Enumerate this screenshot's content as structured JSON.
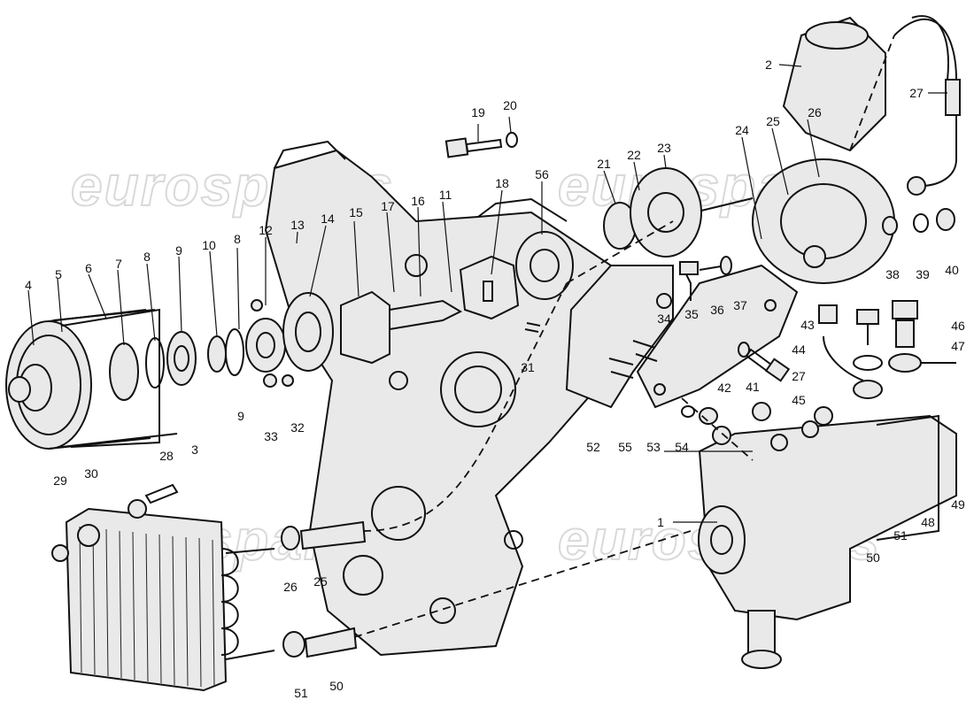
{
  "watermark": {
    "text": "eurospares"
  },
  "callouts": [
    {
      "id": "c4",
      "text": "4"
    },
    {
      "id": "c5",
      "text": "5"
    },
    {
      "id": "c6",
      "text": "6"
    },
    {
      "id": "c7",
      "text": "7"
    },
    {
      "id": "c8a",
      "text": "8"
    },
    {
      "id": "c9a",
      "text": "9"
    },
    {
      "id": "c10",
      "text": "10"
    },
    {
      "id": "c8b",
      "text": "8"
    },
    {
      "id": "c12",
      "text": "12"
    },
    {
      "id": "c13",
      "text": "13"
    },
    {
      "id": "c14",
      "text": "14"
    },
    {
      "id": "c15",
      "text": "15"
    },
    {
      "id": "c16",
      "text": "16"
    },
    {
      "id": "c17",
      "text": "17"
    },
    {
      "id": "c11",
      "text": "11"
    },
    {
      "id": "c18",
      "text": "18"
    },
    {
      "id": "c19",
      "text": "19"
    },
    {
      "id": "c20",
      "text": "20"
    },
    {
      "id": "c56",
      "text": "56"
    },
    {
      "id": "c21",
      "text": "21"
    },
    {
      "id": "c22",
      "text": "22"
    },
    {
      "id": "c23",
      "text": "23"
    },
    {
      "id": "c24",
      "text": "24"
    },
    {
      "id": "c25a",
      "text": "25"
    },
    {
      "id": "c26a",
      "text": "26"
    },
    {
      "id": "c2",
      "text": "2"
    },
    {
      "id": "c27a",
      "text": "27"
    },
    {
      "id": "c38",
      "text": "38"
    },
    {
      "id": "c39",
      "text": "39"
    },
    {
      "id": "c40",
      "text": "40"
    },
    {
      "id": "c34",
      "text": "34"
    },
    {
      "id": "c35",
      "text": "35"
    },
    {
      "id": "c36",
      "text": "36"
    },
    {
      "id": "c37",
      "text": "37"
    },
    {
      "id": "c43",
      "text": "43"
    },
    {
      "id": "c46",
      "text": "46"
    },
    {
      "id": "c47",
      "text": "47"
    },
    {
      "id": "c44",
      "text": "44"
    },
    {
      "id": "c27b",
      "text": "27"
    },
    {
      "id": "c45",
      "text": "45"
    },
    {
      "id": "c42",
      "text": "42"
    },
    {
      "id": "c41",
      "text": "41"
    },
    {
      "id": "c31",
      "text": "31"
    },
    {
      "id": "c52",
      "text": "52"
    },
    {
      "id": "c55",
      "text": "55"
    },
    {
      "id": "c53",
      "text": "53"
    },
    {
      "id": "c54",
      "text": "54"
    },
    {
      "id": "c9b",
      "text": "9"
    },
    {
      "id": "c33",
      "text": "33"
    },
    {
      "id": "c32",
      "text": "32"
    },
    {
      "id": "c28",
      "text": "28"
    },
    {
      "id": "c3",
      "text": "3"
    },
    {
      "id": "c29",
      "text": "29"
    },
    {
      "id": "c30",
      "text": "30"
    },
    {
      "id": "c26b",
      "text": "26"
    },
    {
      "id": "c25b",
      "text": "25"
    },
    {
      "id": "c51a",
      "text": "51"
    },
    {
      "id": "c50a",
      "text": "50"
    },
    {
      "id": "c1",
      "text": "1"
    },
    {
      "id": "c50b",
      "text": "50"
    },
    {
      "id": "c51b",
      "text": "51"
    },
    {
      "id": "c48",
      "text": "48"
    },
    {
      "id": "c49",
      "text": "49"
    }
  ]
}
